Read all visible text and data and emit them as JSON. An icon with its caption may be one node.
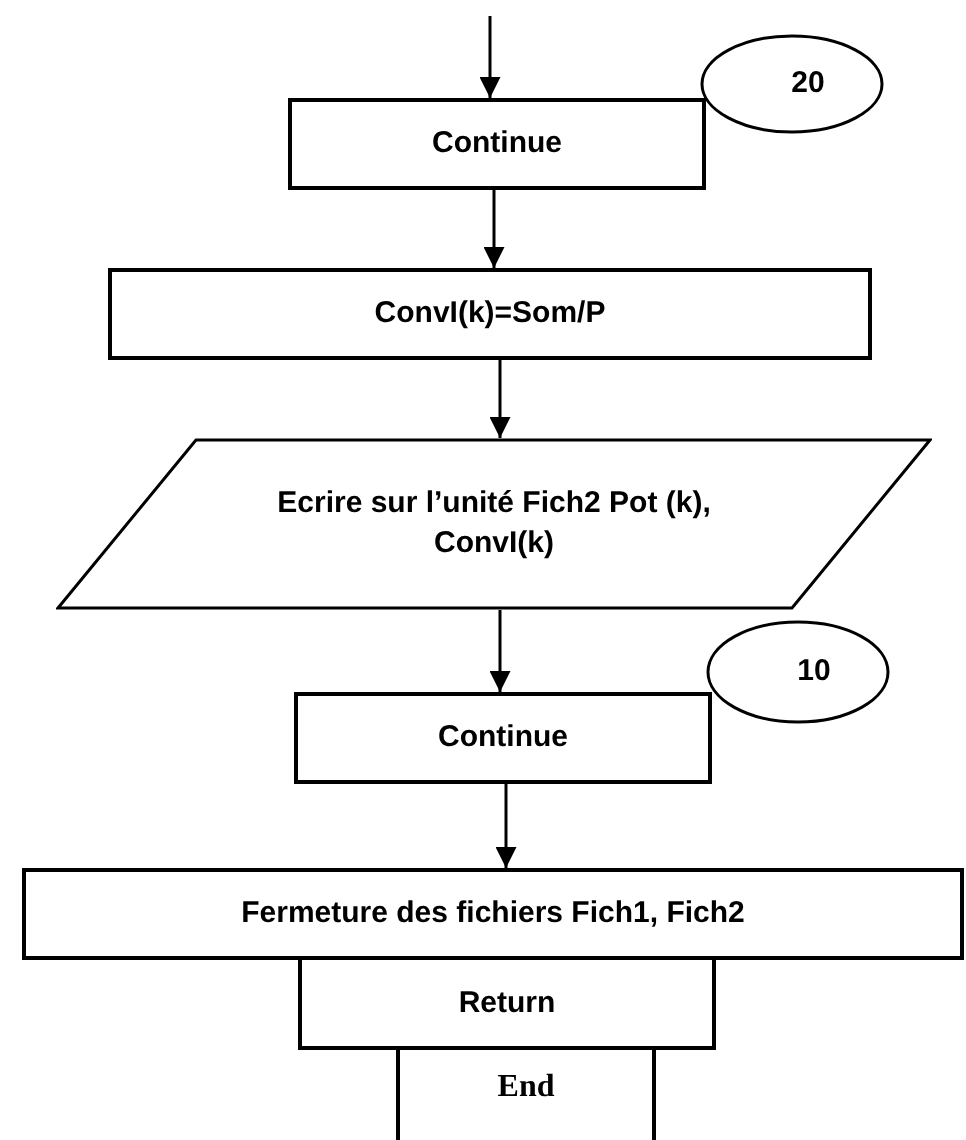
{
  "diagram": {
    "nodes": [
      {
        "text": [
          "20"
        ]
      },
      {
        "text": [
          "Continue"
        ]
      },
      {
        "text": [
          "ConvI(k)=Som/P"
        ]
      },
      {
        "text": [
          "Ecrire sur l’unité Fich2 Pot (k), ConvI(k)"
        ]
      },
      {
        "text": [
          "10"
        ]
      },
      {
        "text": [
          "Continue"
        ]
      },
      {
        "text": [
          "Fermeture des fichiers Fich1, Fich2"
        ]
      },
      {
        "text": [
          "Return"
        ]
      },
      {
        "text": [
          "End"
        ]
      }
    ],
    "edges": [
      {
        "from": null,
        "to": 1,
        "arrow": "to"
      },
      {
        "from": 1,
        "to": 2,
        "arrow": "to"
      },
      {
        "from": 2,
        "to": 3,
        "arrow": "to"
      },
      {
        "from": 3,
        "to": 5,
        "arrow": "to"
      },
      {
        "from": 5,
        "to": 6,
        "arrow": "to"
      }
    ]
  }
}
